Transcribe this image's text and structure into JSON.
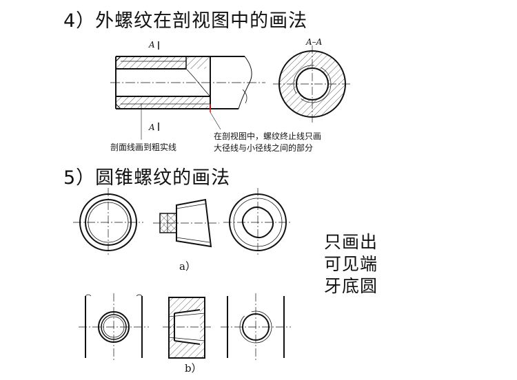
{
  "section4": {
    "heading": "4）外螺纹在剖视图中的画法",
    "label_a_top": "A",
    "label_a_bottom": "A",
    "label_section": "A–A",
    "note_left": "剖面线画到粗实线",
    "note_right_line1": "在剖视图中，螺纹终止线只画",
    "note_right_line2": "大径线与小径线之间的部分"
  },
  "section5": {
    "heading": "5）圆锥螺纹的画法",
    "caption_a": "a）",
    "caption_b": "b）",
    "side_note": [
      "只画出",
      "可见端",
      "牙底圆"
    ]
  },
  "colors": {
    "line": "#111111",
    "accent": "#d81b1b"
  }
}
